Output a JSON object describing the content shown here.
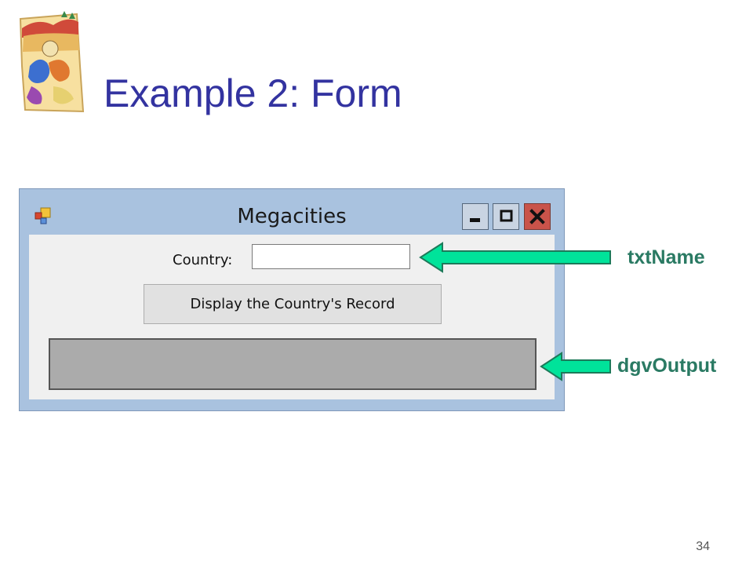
{
  "slide": {
    "title": "Example 2: Form",
    "page_number": "34",
    "clipart_icon": "decorative-clipart-icon"
  },
  "window": {
    "title": "Megacities",
    "app_icon": "form-app-icon",
    "controls": [
      "minimize-icon",
      "maximize-icon",
      "close-icon"
    ],
    "title_bar_color": "#a9c2df",
    "close_color": "#c9534a"
  },
  "form": {
    "country_label": "Country:",
    "country_value": "",
    "display_button_label": "Display the Country's Record"
  },
  "callouts": {
    "txt_name": "txtName",
    "dgv_output": "dgvOutput",
    "arrow_color": "#00e39a"
  }
}
